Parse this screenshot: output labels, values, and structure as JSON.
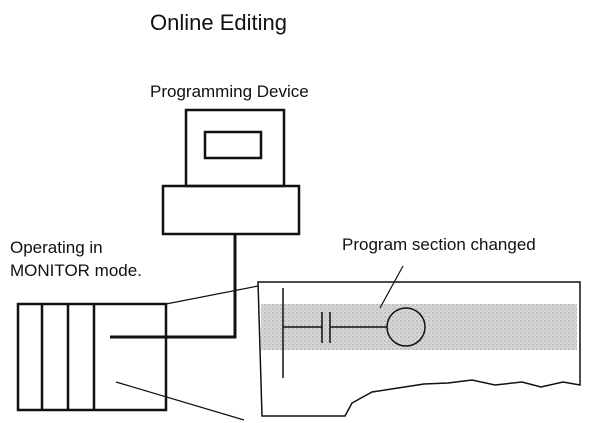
{
  "title": "Online Editing",
  "device_label": "Programming Device",
  "status_label": {
    "line1": "Operating in",
    "line2": "MONITOR mode."
  },
  "changed_label": "Program section changed"
}
